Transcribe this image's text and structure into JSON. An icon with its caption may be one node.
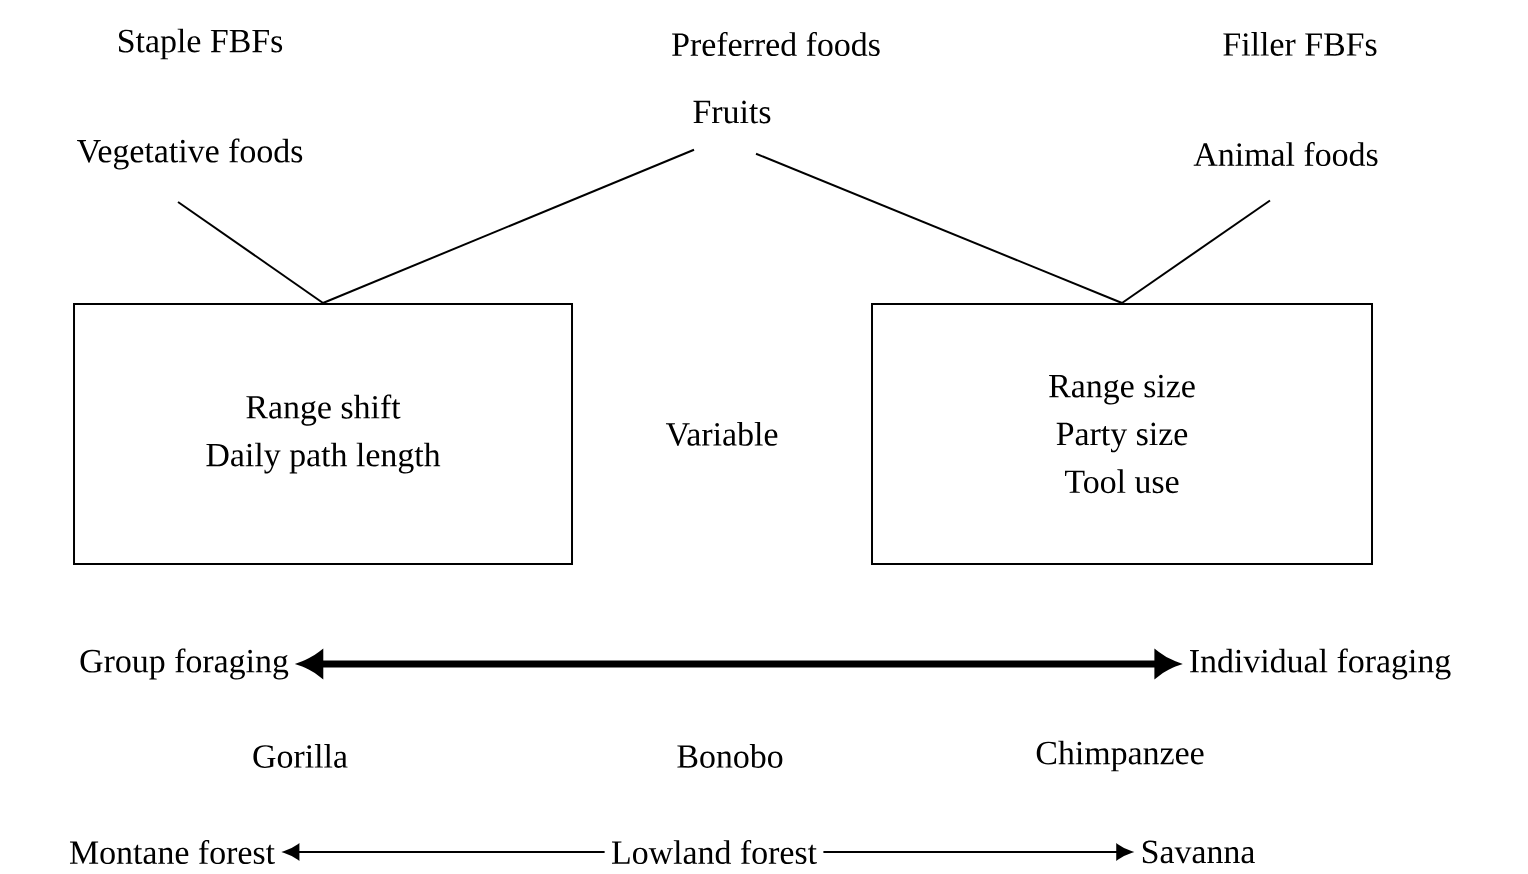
{
  "diagram": {
    "nodes": [
      {
        "text": [
          "Vegetative foods"
        ]
      },
      {
        "text": [
          "Fruits"
        ]
      },
      {
        "text": [
          "Animal foods"
        ]
      },
      {
        "text": [
          "Range shift",
          "Daily path length"
        ]
      },
      {
        "text": [
          "Range size",
          "Party size",
          "Tool use"
        ]
      },
      {
        "text": [
          "Group foraging"
        ]
      },
      {
        "text": [
          "Individual foraging"
        ]
      },
      {
        "text": [
          "Montane forest"
        ]
      },
      {
        "text": [
          "Lowland forest"
        ]
      },
      {
        "text": [
          "Savanna"
        ]
      }
    ],
    "edges": [
      {
        "from": 0,
        "to": 3,
        "arrow": "none"
      },
      {
        "from": 1,
        "to": 3,
        "arrow": "none"
      },
      {
        "from": 1,
        "to": 4,
        "arrow": "none"
      },
      {
        "from": 2,
        "to": 4,
        "arrow": "none"
      },
      {
        "from": 5,
        "to": 6,
        "arrow": "both",
        "style": "thick"
      },
      {
        "from": 8,
        "to": 7,
        "arrow": "to"
      },
      {
        "from": 8,
        "to": 9,
        "arrow": "to"
      }
    ],
    "labels": [
      "Staple FBFs",
      "Preferred foods",
      "Filler FBFs",
      "Variable",
      "Gorilla",
      "Bonobo",
      "Chimpanzee"
    ]
  }
}
